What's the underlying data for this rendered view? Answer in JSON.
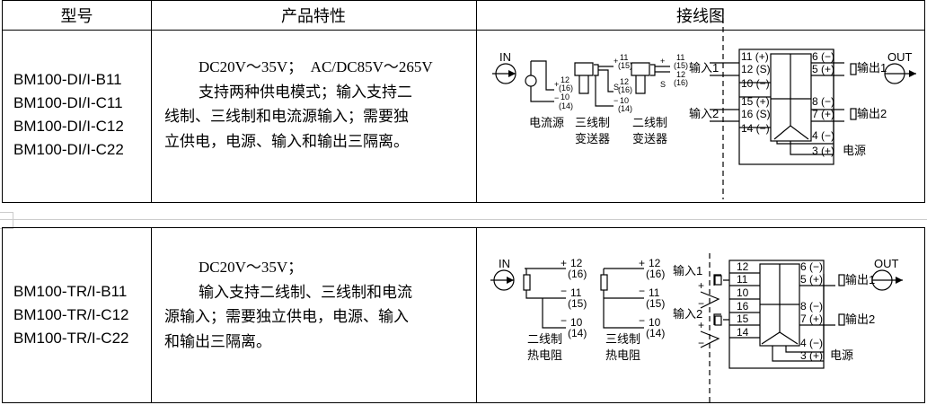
{
  "header": {
    "model": "型号",
    "features": "产品特性",
    "wiring": "接线图"
  },
  "rows": [
    {
      "models": [
        "BM100-DI/I-B11",
        "BM100-DI/I-C11",
        "BM100-DI/I-C12",
        "BM100-DI/I-C22"
      ],
      "features": [
        "DC20V～35V；　AC/DC85V～265V",
        "支持两种供电模式；输入支持二",
        "线制、三线制和电流源输入；需要独",
        "立供电，电源、输入和输出三隔离。"
      ],
      "diagram": {
        "in": "IN",
        "out": "OUT",
        "src1": "电流源",
        "src2a": "三线制",
        "src2b": "变送器",
        "src3a": "二线制",
        "src3b": "变送器",
        "t_p": "+",
        "t_s": "S",
        "t_m": "−",
        "n12": "12",
        "n16": "(16)",
        "n11": "11",
        "n15": "(15)",
        "n10": "10",
        "n14": "(14)",
        "input1": "输入1",
        "input2": "输入2",
        "output1": "输出1",
        "output2": "输出2",
        "power": "电源",
        "left_terms": [
          "11 (+)",
          "12 (S)",
          "10 (−)",
          "15 (+)",
          "16 (S)",
          "14 (−)"
        ],
        "right_terms": [
          "6 (−)",
          "5 (+)",
          "8 (−)",
          "7 (+)",
          "4 (−)",
          "3 (+)"
        ]
      }
    },
    {
      "models": [
        "BM100-TR/I-B11",
        "BM100-TR/I-C12",
        "BM100-TR/I-C22"
      ],
      "features": [
        "DC20V～35V；",
        "输入支持二线制、三线制和电流",
        "源输入；需要独立供电，电源、输入",
        "和输出三隔离。"
      ],
      "diagram": {
        "in": "IN",
        "out": "OUT",
        "src1a": "二线制",
        "src1b": "热电阻",
        "src2a": "三线制",
        "src2b": "热电阻",
        "t_p": "+",
        "t_m": "−",
        "n12": "12",
        "n16": "(16)",
        "n11": "11",
        "n15": "(15)",
        "n10": "10",
        "n14": "(14)",
        "input1": "输入1",
        "input2": "输入2",
        "output1": "输出1",
        "output2": "输出2",
        "power": "电源",
        "left_terms": [
          "12",
          "11",
          "10",
          "16",
          "15",
          "14"
        ],
        "right_terms": [
          "6 (−)",
          "5 (+)",
          "8 (−)",
          "7 (+)",
          "4 (−)",
          "3 (+)"
        ]
      }
    }
  ]
}
